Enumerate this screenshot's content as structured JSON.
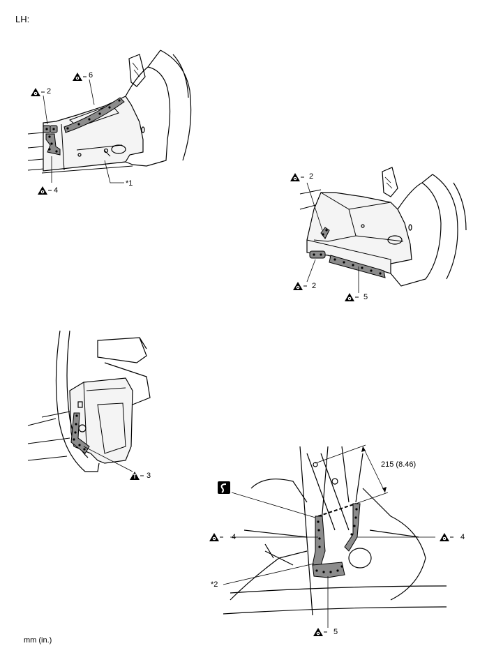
{
  "header": {
    "side_label": "LH:"
  },
  "units_note": "mm (in.)",
  "icons": {
    "spot_weld": "spot-weld-triangle-icon",
    "plug_weld": "plug-weld-triangle-icon",
    "sealer": "sealer-s-icon"
  },
  "views": {
    "top_left": {
      "labels": {
        "weld_6": "6",
        "weld_2": "2",
        "weld_4": "4",
        "part_ref": "*1"
      }
    },
    "top_right": {
      "labels": {
        "weld_2_upper": "2",
        "weld_2_lower": "2",
        "weld_5": "5"
      }
    },
    "middle_left": {
      "labels": {
        "weld_3": "3"
      }
    },
    "bottom_right": {
      "labels": {
        "dimension": "215 (8.46)",
        "weld_4_left": "4",
        "weld_4_right": "4",
        "weld_5": "5",
        "part_ref": "*2"
      }
    }
  },
  "colors": {
    "weld_area": "#8c8c8c",
    "line": "#000000",
    "background": "#ffffff"
  }
}
